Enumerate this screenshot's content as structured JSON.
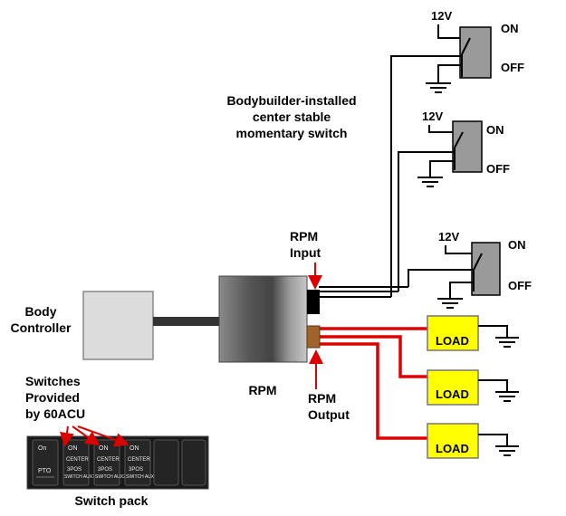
{
  "labels": {
    "bodybuilder_line1": "Bodybuilder-installed",
    "bodybuilder_line2": "center stable",
    "bodybuilder_line3": "momentary switch",
    "rpm_input_line1": "RPM",
    "rpm_input_line2": "Input",
    "rpm_output_line1": "RPM",
    "rpm_output_line2": "Output",
    "body_controller_line1": "Body",
    "body_controller_line2": "Controller",
    "rpm": "RPM",
    "switches_line1": "Switches",
    "switches_line2": "Provided",
    "switches_line3": "by 60ACU",
    "switch_pack": "Switch pack"
  },
  "switches": [
    {
      "voltage": "12V",
      "on": "ON",
      "off": "OFF"
    },
    {
      "voltage": "12V",
      "on": "ON",
      "off": "OFF"
    },
    {
      "voltage": "12V",
      "on": "ON",
      "off": "OFF"
    }
  ],
  "loads": [
    {
      "label": "LOAD"
    },
    {
      "label": "LOAD"
    },
    {
      "label": "LOAD"
    }
  ],
  "switch_pack_buttons": [
    {
      "line1": "On",
      "line2": "",
      "line3": "PTO",
      "line4": ""
    },
    {
      "line1": "ON",
      "line2": "CENTER",
      "line3": "3POS",
      "line4": "SWITCH AUX1"
    },
    {
      "line1": "ON",
      "line2": "CENTER",
      "line3": "3POS",
      "line4": "SWITCH AUX2"
    },
    {
      "line1": "ON",
      "line2": "CENTER",
      "line3": "3POS",
      "line4": "SWITCH AUX3"
    }
  ],
  "colors": {
    "wire_black": "#000000",
    "wire_red": "#dd0000",
    "load_fill": "#ffff00",
    "switch_fill": "#9a9a9a",
    "controller_fill": "#dcdcdc",
    "input_connector": "#000000",
    "output_connector": "#a0632a"
  }
}
